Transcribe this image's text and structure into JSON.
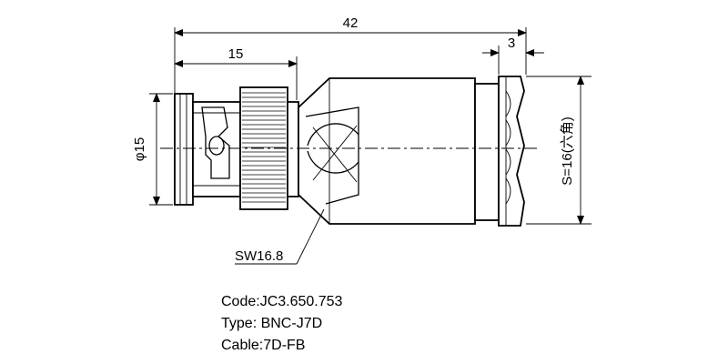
{
  "dimensions": {
    "overall_length": "42",
    "bayonet_length": "15",
    "nut_width": "3",
    "diameter": "φ15",
    "hex_size": "S=16(六角)",
    "wrench_size": "SW16.8"
  },
  "specs": {
    "code": "Code:JC3.650.753",
    "type": "Type: BNC-J7D",
    "cable": "Cable:7D-FB"
  }
}
